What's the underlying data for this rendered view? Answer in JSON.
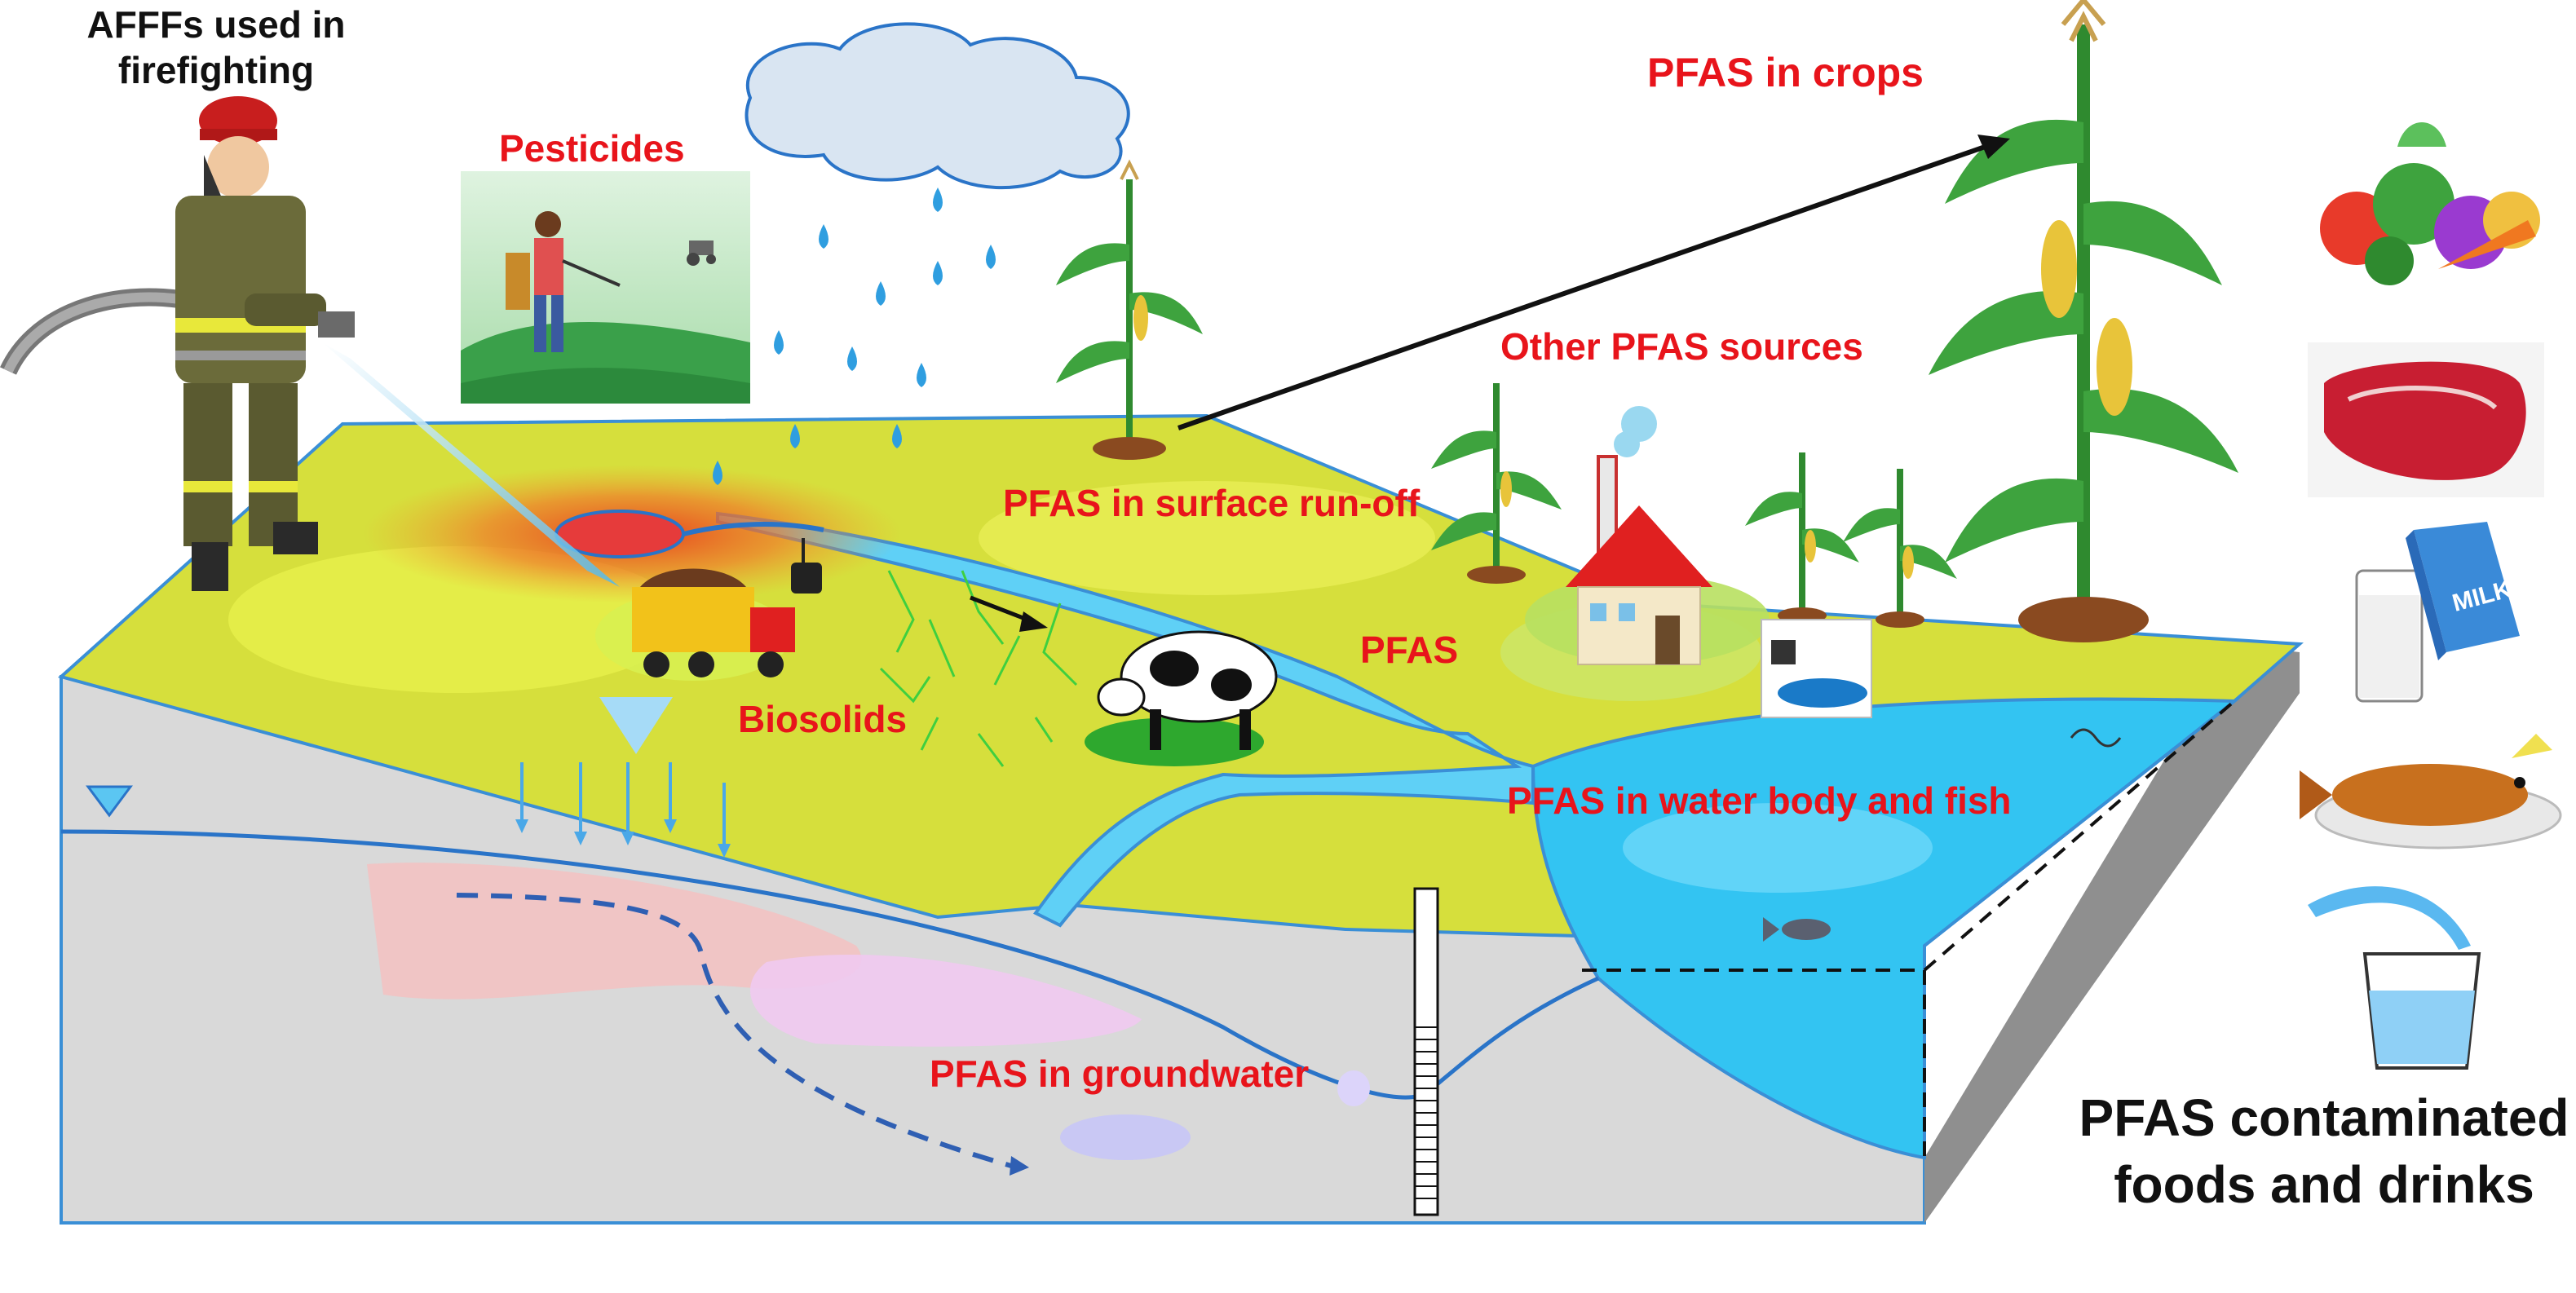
{
  "labels": {
    "afff": "AFFFs used in firefighting",
    "pesticides": "Pesticides",
    "crops": "PFAS in crops",
    "other_sources": "Other PFAS sources",
    "surface_runoff": "PFAS in surface run-off",
    "pfas": "PFAS",
    "biosolids": "Biosolids",
    "water_body": "PFAS in water body and fish",
    "groundwater": "PFAS in groundwater",
    "foods": "PFAS contaminated foods and drinks"
  },
  "milk_carton_text": "MILK",
  "icons": [
    "firefighter-icon",
    "cloud-icon",
    "raindrop-icon",
    "farmer-sprayer-icon",
    "tractor-icon",
    "corn-plant-icon",
    "factory-icon",
    "dump-truck-icon",
    "cow-icon",
    "fish-icon",
    "well-icon",
    "vegetables-icon",
    "steak-icon",
    "milk-icon",
    "grilled-fish-icon",
    "water-glass-icon"
  ],
  "colors": {
    "label_red": "#e8141b",
    "land_green": "#d6df3c",
    "water_blue": "#33c4f2",
    "soil_grey": "#d9d9d9",
    "plume_pink": "#f2c2c2",
    "arrow_blue": "#2f5fb3"
  }
}
